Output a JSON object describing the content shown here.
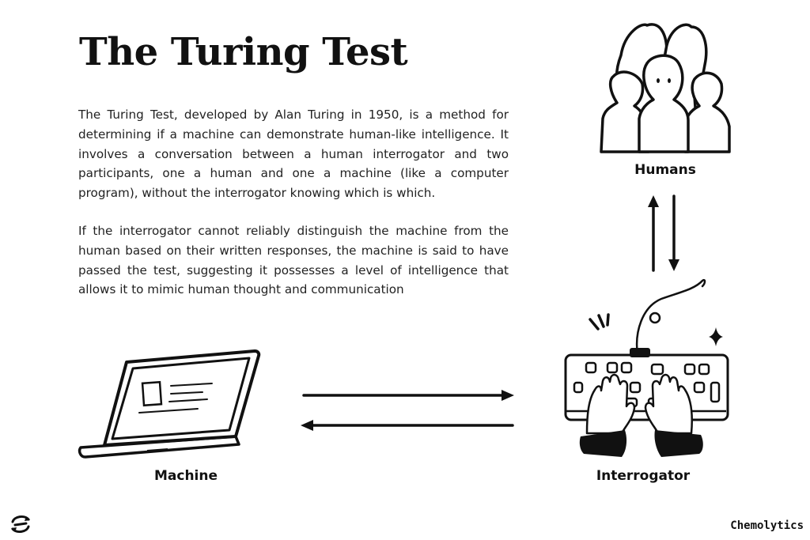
{
  "title": "The Turing Test",
  "paragraphs": [
    "The Turing Test, developed by Alan Turing in 1950, is a method for determining if a machine can demonstrate human-like intelligence. It involves a conversation between a human interrogator and two participants, one a human and one a machine (like a computer program), without the interrogator knowing which is which.",
    "If the interrogator cannot reliably distinguish the machine from the human based on their written responses, the machine is said to have passed the test, suggesting it possesses a level of intelligence that allows it to mimic human thought and communication"
  ],
  "nodes": {
    "humans": "Humans",
    "machine": "Machine",
    "interrogator": "Interrogator"
  },
  "icons": {
    "humans": "humans-group-icon",
    "machine": "laptop-icon",
    "interrogator": "keyboard-typing-icon",
    "logo": "chemolytics-logo-icon"
  },
  "brand": "Chemolytics"
}
